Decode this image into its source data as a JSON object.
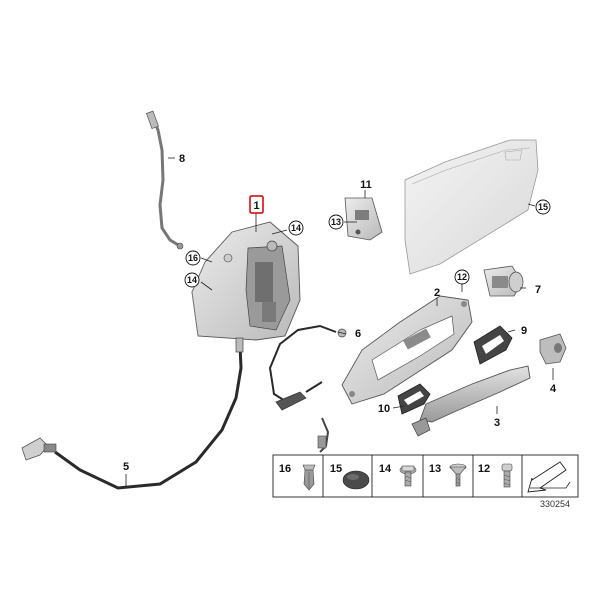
{
  "callouts": {
    "c1": "1",
    "c2": "2",
    "c3": "3",
    "c4": "4",
    "c5": "5",
    "c6": "6",
    "c7": "7",
    "c8": "8",
    "c9": "9",
    "c10": "10",
    "c11": "11",
    "c12": "12",
    "c13": "13",
    "c14a": "14",
    "c14b": "14",
    "c15": "15",
    "c16": "16"
  },
  "legend": {
    "items": [
      {
        "number": "16",
        "icon": "expanding-rivet-icon"
      },
      {
        "number": "15",
        "icon": "round-plug-cap-icon"
      },
      {
        "number": "14",
        "icon": "hex-flange-bolt-icon"
      },
      {
        "number": "13",
        "icon": "countersunk-torx-screw-icon"
      },
      {
        "number": "12",
        "icon": "torx-bolt-icon"
      }
    ],
    "direction_icon": "forward-arrow-icon"
  },
  "reference_number": "330254",
  "colors": {
    "part_fill": "#dcdcdc",
    "part_dark": "#8c8c8c",
    "highlight_box": "#cc0000",
    "line": "#111111"
  }
}
